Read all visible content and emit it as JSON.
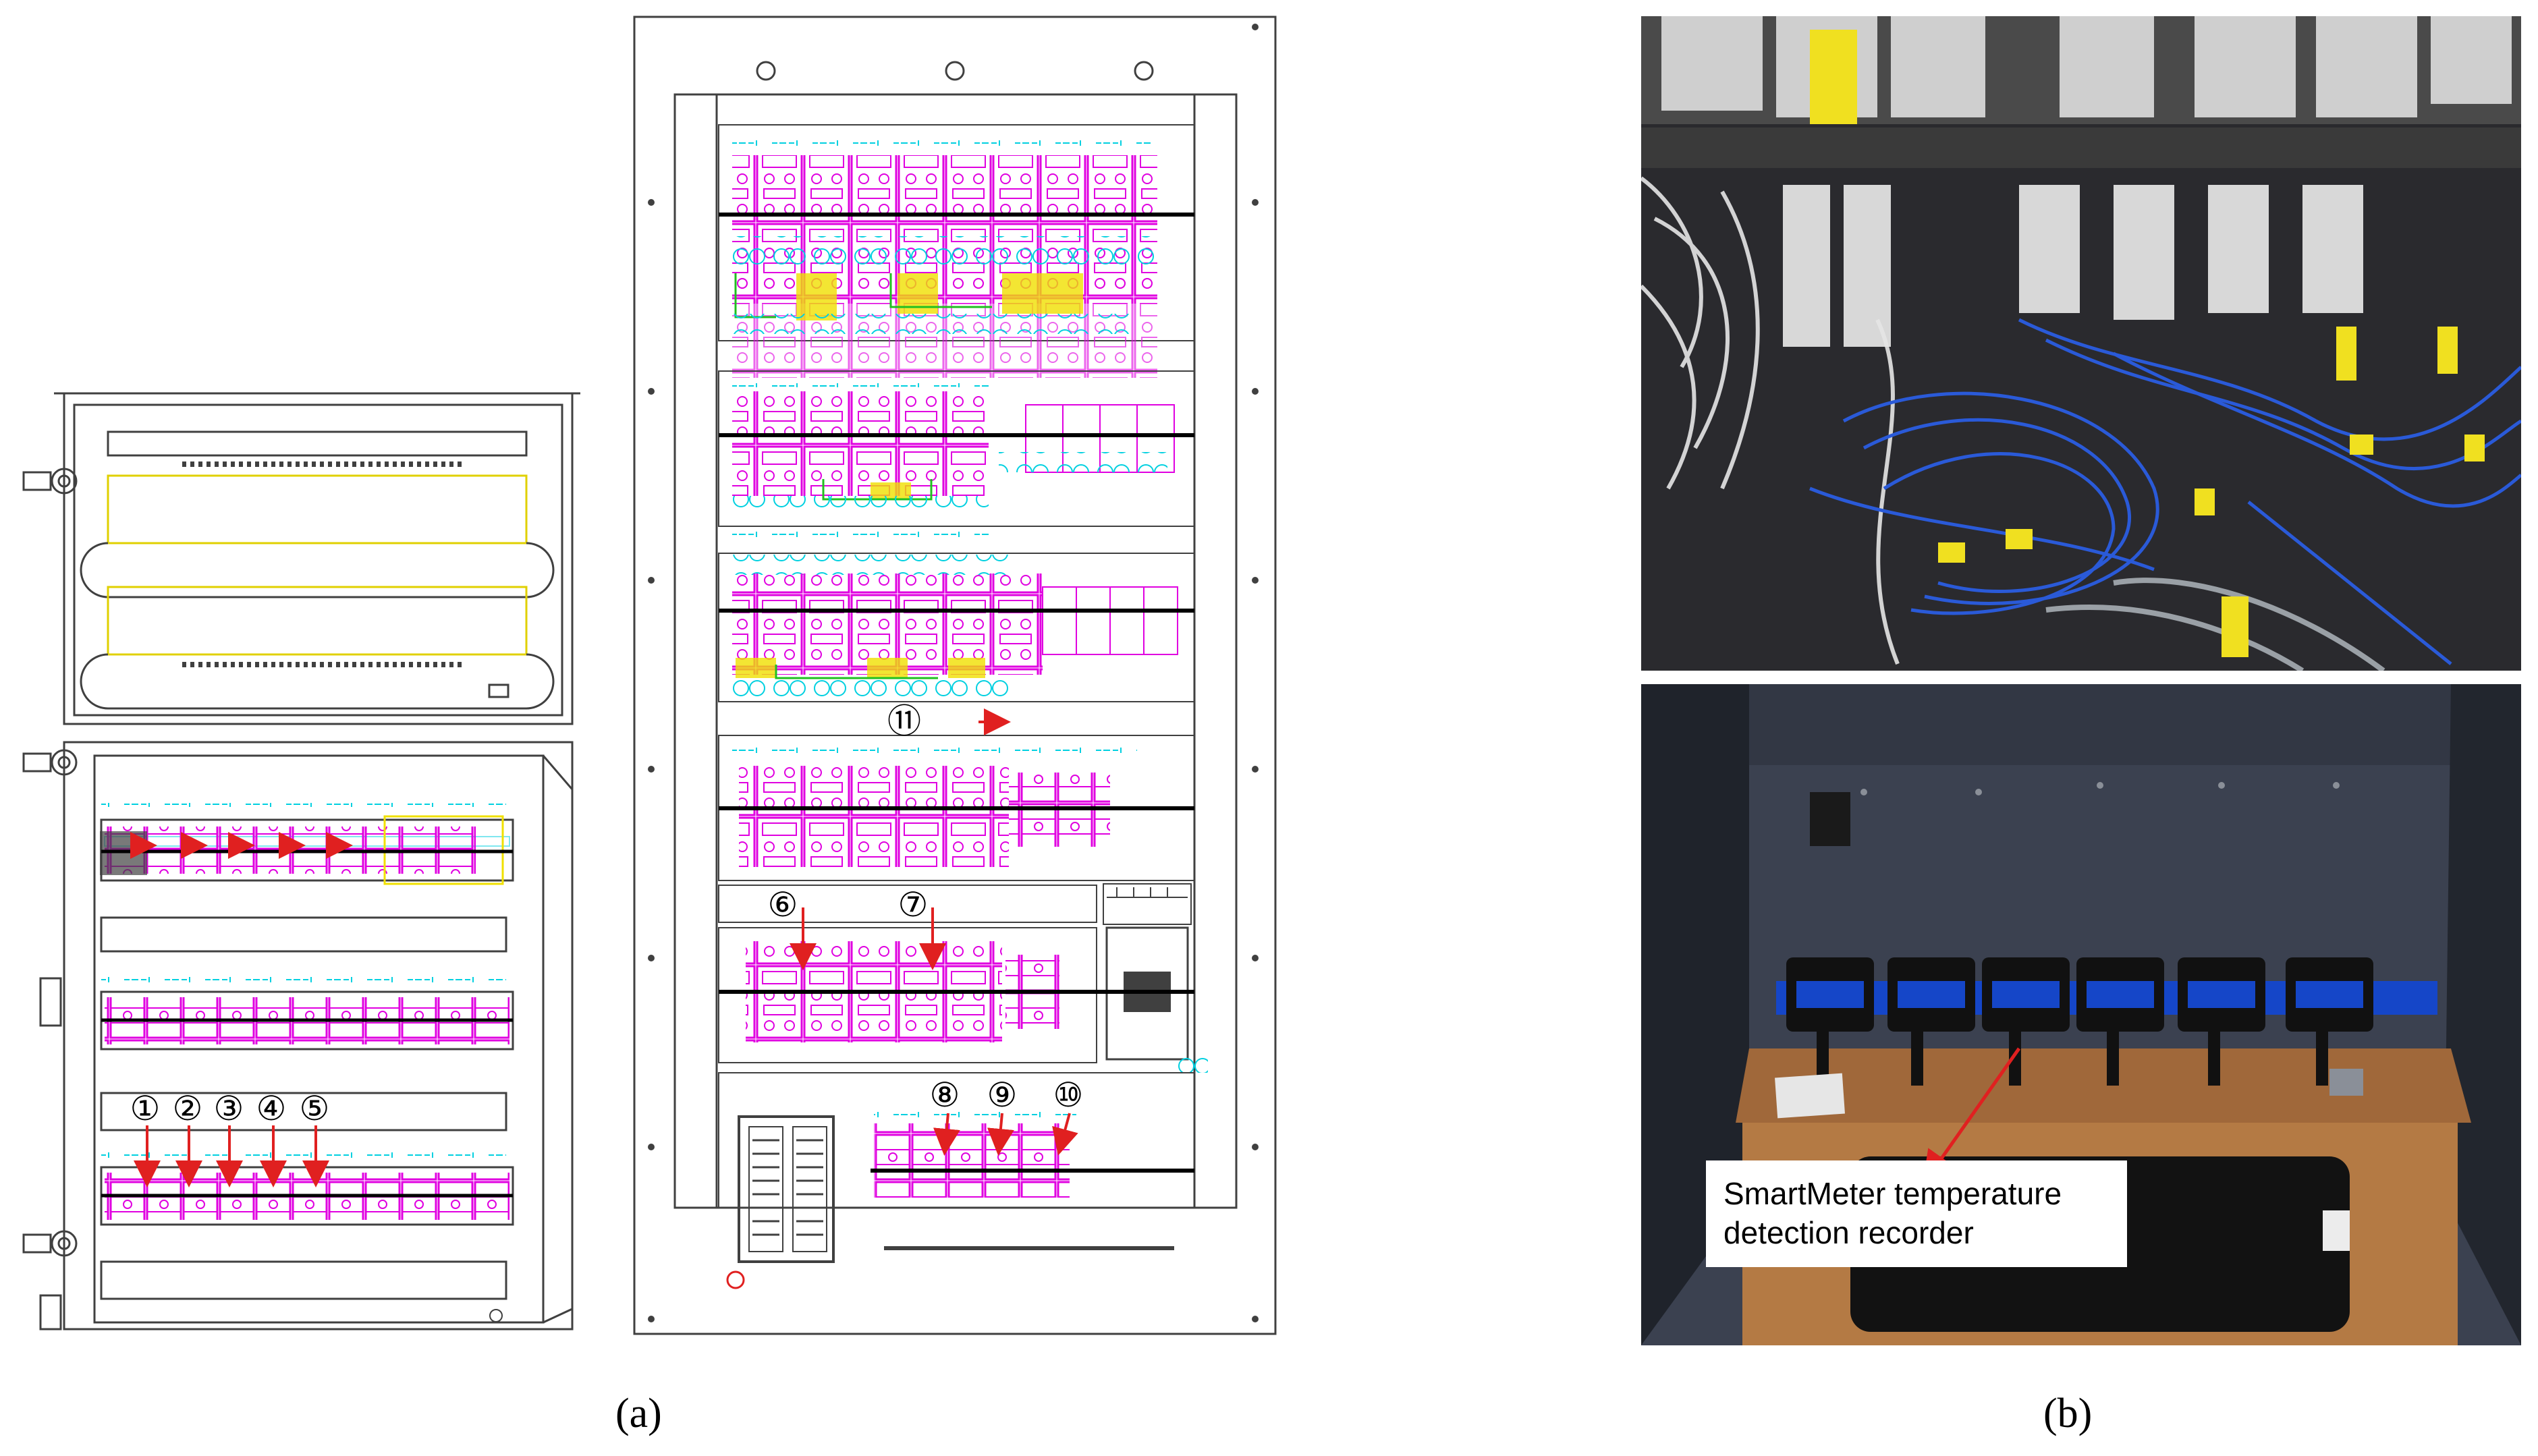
{
  "panel_a": {
    "caption": "(a)",
    "markers": [
      "①",
      "②",
      "③",
      "④",
      "⑤",
      "⑥",
      "⑦",
      "⑧",
      "⑨",
      "⑩",
      "⑪"
    ]
  },
  "panel_b": {
    "caption": "(b)",
    "callout_line1": "SmartMeter temperature",
    "callout_line2": "detection recorder"
  },
  "colors": {
    "breaker": "#e000e0",
    "terminal_text": "#00d0e0",
    "highlight": "#f0e000",
    "wire_green": "#20c020",
    "arrow": "#e02020",
    "drawing_line": "#404040"
  }
}
